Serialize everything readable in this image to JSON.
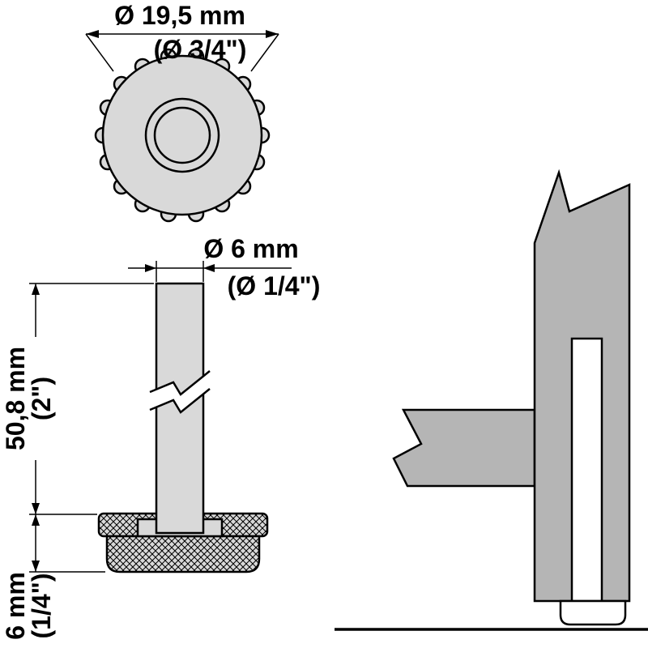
{
  "colors": {
    "part_fill": "#d9d9d9",
    "assembly_fill": "#b5b5b5",
    "hole_fill": "#ffffff",
    "outline": "#000000",
    "background": "#ffffff"
  },
  "top_view": {
    "dim_diameter": {
      "metric": "Ø 19,5 mm",
      "imperial": "(Ø 3/4\")"
    }
  },
  "side_view": {
    "dim_stem_diameter": {
      "metric": "Ø 6 mm",
      "imperial": "(Ø 1/4\")"
    },
    "dim_stem_length": {
      "metric": "50,8 mm",
      "imperial": "(2\")"
    },
    "dim_base_height": {
      "metric": "6 mm",
      "imperial": "(1/4\")"
    }
  }
}
